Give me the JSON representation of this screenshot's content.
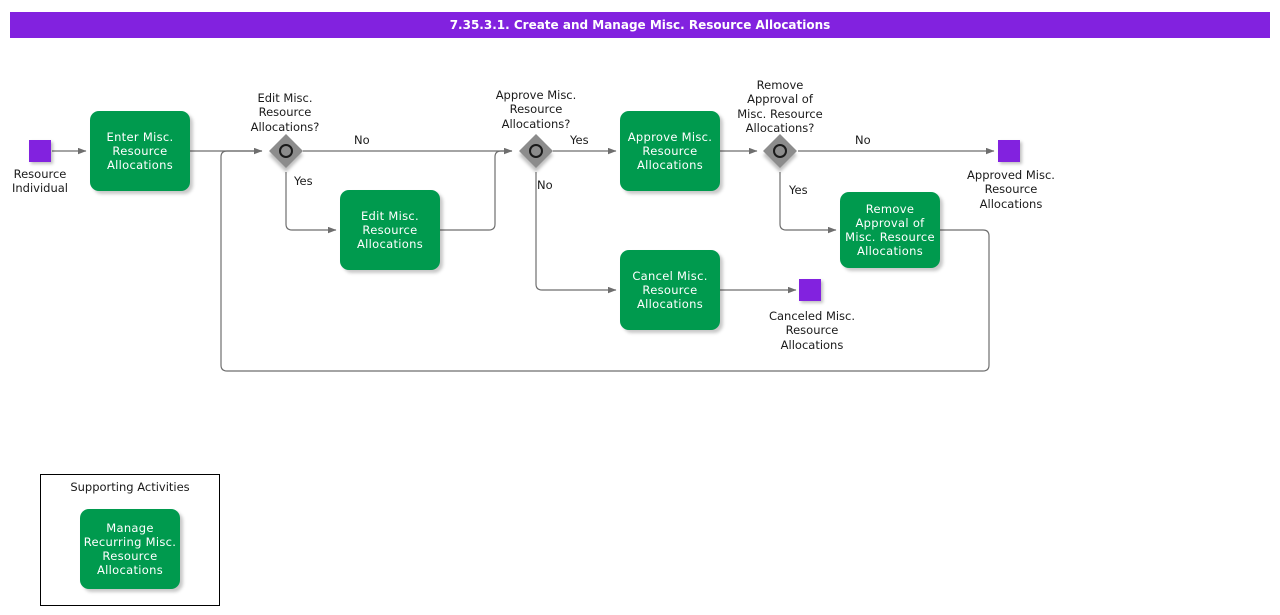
{
  "title": "7.35.3.1. Create and Manage Misc. Resource Allocations",
  "colors": {
    "title_bar": "#8222DF",
    "task_fill": "#009A4E",
    "event_fill": "#8222DF",
    "gateway_fill": "#8C8C8C",
    "connector": "#6E6E6E",
    "group_border": "#000000"
  },
  "events": {
    "start": {
      "label": "Resource\nIndividual"
    },
    "end_approved": {
      "label": "Approved Misc.\nResource\nAllocations"
    },
    "end_canceled": {
      "label": "Canceled Misc.\nResource\nAllocations"
    }
  },
  "tasks": {
    "enter": {
      "label": "Enter Misc.\nResource\nAllocations"
    },
    "edit": {
      "label": "Edit Misc.\nResource\nAllocations"
    },
    "approve": {
      "label": "Approve Misc.\nResource\nAllocations"
    },
    "cancel": {
      "label": "Cancel Misc.\nResource\nAllocations"
    },
    "remove_approval": {
      "label": "Remove\nApproval of\nMisc. Resource\nAllocations"
    },
    "manage_recurring": {
      "label": "Manage\nRecurring Misc.\nResource\nAllocations"
    }
  },
  "gateways": {
    "edit_q": {
      "label": "Edit Misc.\nResource\nAllocations?",
      "yes": "Yes",
      "no": "No"
    },
    "approve_q": {
      "label": "Approve Misc.\nResource\nAllocations?",
      "yes": "Yes",
      "no": "No"
    },
    "remove_q": {
      "label": "Remove\nApproval of\nMisc. Resource\nAllocations?",
      "yes": "Yes",
      "no": "No"
    }
  },
  "edge_labels": {
    "edit_no": "No",
    "edit_yes": "Yes",
    "approve_yes": "Yes",
    "approve_no": "No",
    "remove_no": "No",
    "remove_yes": "Yes"
  },
  "groups": {
    "supporting": {
      "title": "Supporting Activities"
    }
  }
}
